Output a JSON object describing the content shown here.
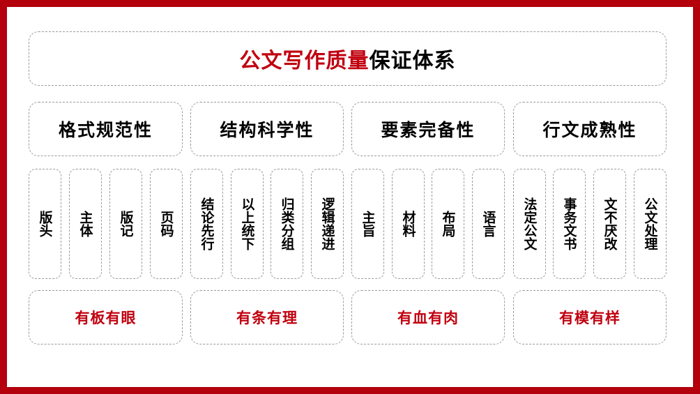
{
  "title": {
    "red": "公文写作质量",
    "black": "保证体系"
  },
  "colors": {
    "frame": "#b3000c",
    "accent": "#c0000f",
    "border": "#9a9a9a"
  },
  "columns": [
    {
      "category": "格式规范性",
      "items": [
        "版头",
        "主体",
        "版记",
        "页码"
      ],
      "motto": "有板有眼"
    },
    {
      "category": "结构科学性",
      "items": [
        "结论先行",
        "以上统下",
        "归类分组",
        "逻辑递进"
      ],
      "motto": "有条有理"
    },
    {
      "category": "要素完备性",
      "items": [
        "主旨",
        "材料",
        "布局",
        "语言"
      ],
      "motto": "有血有肉"
    },
    {
      "category": "行文成熟性",
      "items": [
        "法定公文",
        "事务文书",
        "文不厌改",
        "公文处理"
      ],
      "motto": "有模有样"
    }
  ]
}
